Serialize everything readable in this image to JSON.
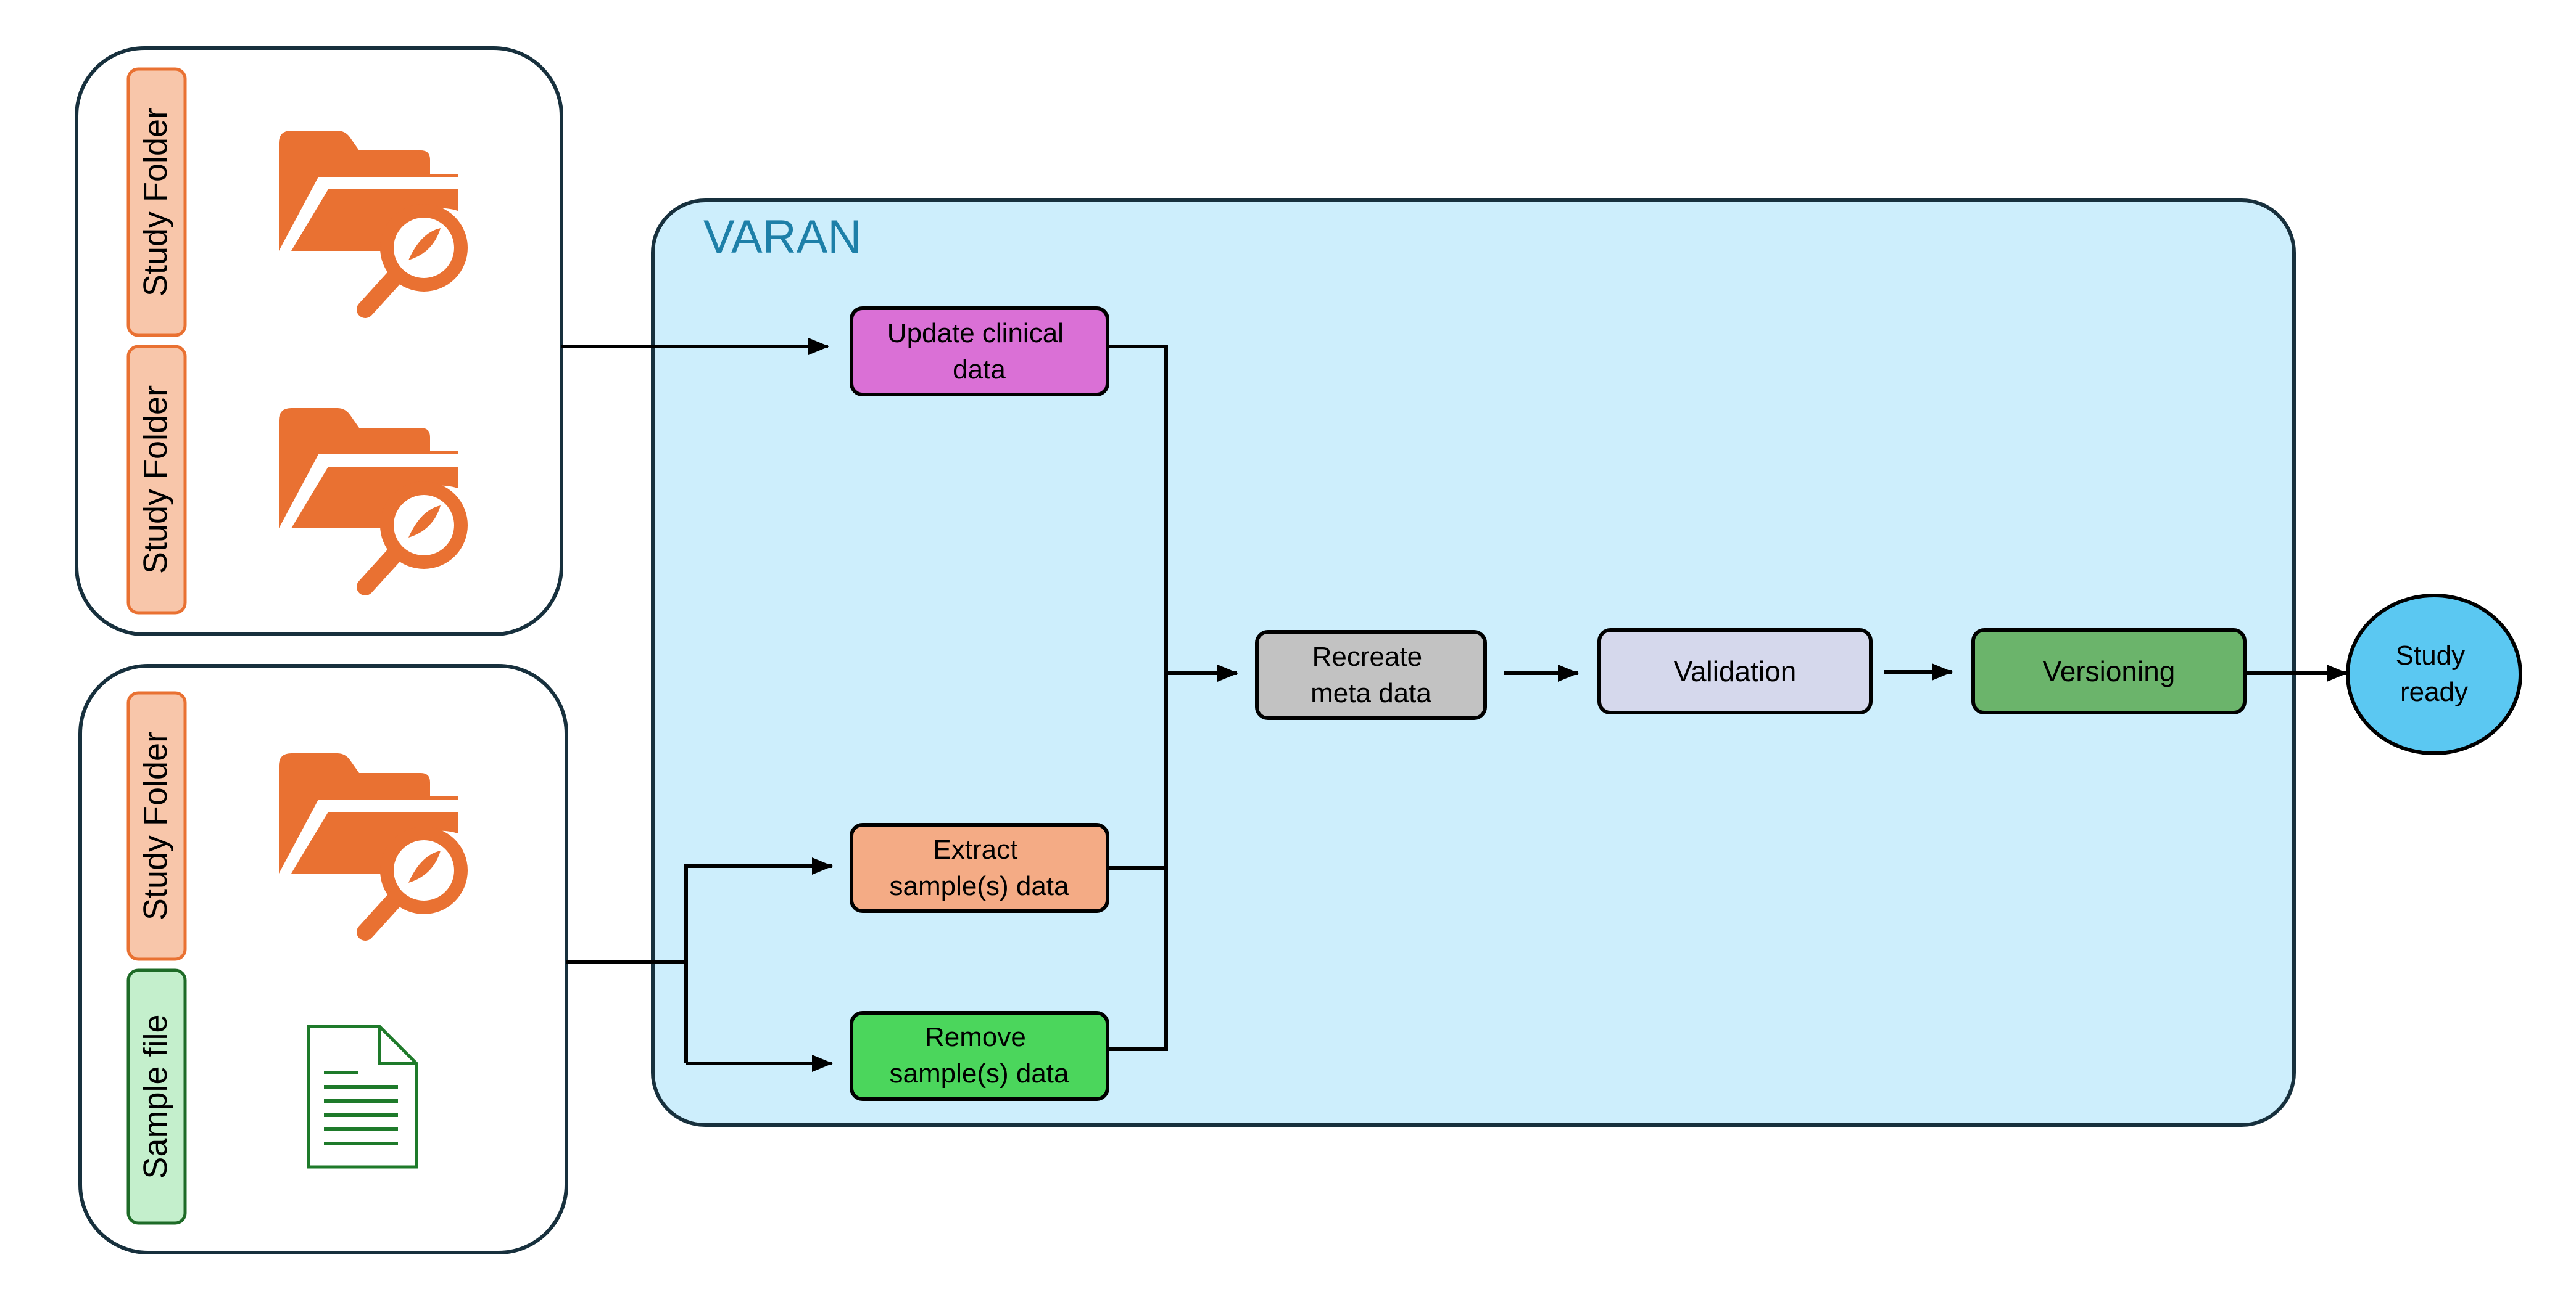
{
  "varan": {
    "title": "VARAN",
    "color": "#cdeefc",
    "title_color": "#1d7fa8"
  },
  "inputs": {
    "group_top": {
      "labels": [
        "Study Folder",
        "Study Folder"
      ],
      "icons": [
        "folder-search-icon",
        "folder-search-icon"
      ]
    },
    "group_bottom": {
      "labels": [
        "Study Folder",
        "Sample file"
      ],
      "icons": [
        "folder-search-icon",
        "document-icon"
      ]
    }
  },
  "steps": {
    "update_clinical": {
      "label_lines": [
        "Update clinical",
        "data"
      ],
      "color": "#da70d6"
    },
    "extract_samples": {
      "label_lines": [
        "Extract",
        "sample(s) data"
      ],
      "color": "#f4ab85"
    },
    "remove_samples": {
      "label_lines": [
        "Remove",
        "sample(s) data"
      ],
      "color": "#4bd65c"
    },
    "recreate_meta": {
      "label_lines": [
        "Recreate",
        "meta data"
      ],
      "color": "#c2c2c2"
    },
    "validation": {
      "label_lines": [
        "Validation"
      ],
      "color": "#d5d8ec"
    },
    "versioning": {
      "label_lines": [
        "Versioning"
      ],
      "color": "#6bb46b"
    },
    "study_ready": {
      "label_lines": [
        "Study",
        "ready"
      ],
      "color": "#5bc8f2"
    }
  },
  "colors": {
    "folder": "#e97132",
    "study_label_fill": "#f8c6aa",
    "study_label_stroke": "#e97132",
    "sample_label_fill": "#c4efcc",
    "sample_label_stroke": "#1e6b27",
    "doc": "#1e7a2a"
  }
}
